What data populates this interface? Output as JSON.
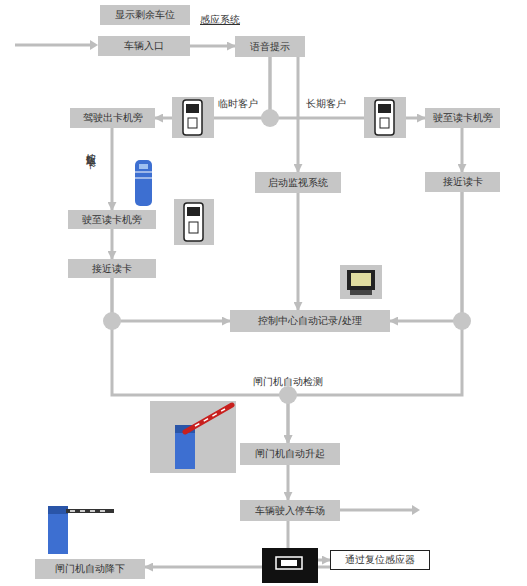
{
  "diagram": {
    "nodes": [
      {
        "text": [
          "显示剩余车位"
        ]
      },
      {
        "text": [
          "车辆入口"
        ]
      },
      {
        "text": [
          "语音提示"
        ]
      },
      {
        "text": [
          "驾驶出卡机旁"
        ]
      },
      {
        "text": [
          "驶至读卡机旁"
        ]
      },
      {
        "text": [
          "启动监视系统"
        ]
      },
      {
        "text": [
          "接近读卡"
        ]
      },
      {
        "text": [
          "驶至读卡机旁"
        ]
      },
      {
        "text": [
          "接近读卡"
        ]
      },
      {
        "text": [
          "控制中心自动记录/处理"
        ]
      },
      {
        "text": [
          "闸门机自动升起"
        ]
      },
      {
        "text": [
          "车辆驶入停车场"
        ]
      },
      {
        "text": [
          "通过复位感应器"
        ]
      },
      {
        "text": [
          "闸门机自动降下"
        ]
      }
    ],
    "edges": [
      {
        "from": 1,
        "to": 2,
        "label": "感应系统",
        "arrow": "to"
      },
      {
        "from": 2,
        "to": 3,
        "label": "临时客户",
        "arrow": "to"
      },
      {
        "from": 2,
        "to": 4,
        "label": "长期客户",
        "arrow": "to"
      },
      {
        "from": 2,
        "to": 5,
        "arrow": "to"
      },
      {
        "from": 3,
        "to": 7,
        "label": "按钮取卡",
        "arrow": "to"
      },
      {
        "from": 4,
        "to": 6,
        "arrow": "to"
      },
      {
        "from": 7,
        "to": 8,
        "arrow": "to"
      },
      {
        "from": 8,
        "to": 9,
        "arrow": "to"
      },
      {
        "from": 6,
        "to": 9,
        "arrow": "to"
      },
      {
        "from": 5,
        "to": 9,
        "arrow": "to"
      },
      {
        "from": 8,
        "to": 10,
        "arrow": "to"
      },
      {
        "from": 6,
        "to": 10,
        "arrow": "to"
      },
      {
        "from": 10,
        "to": 11,
        "arrow": "to"
      },
      {
        "from": 11,
        "to": 12,
        "arrow": "to"
      },
      {
        "from": 12,
        "to": 13,
        "arrow": "to"
      }
    ],
    "labels": [
      "闸门机自动检测"
    ]
  }
}
